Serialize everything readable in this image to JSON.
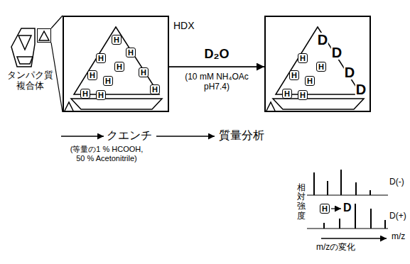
{
  "diagram": {
    "nodes": [
      {
        "text": [
          "タンパク質複合体"
        ]
      },
      {
        "text": [
          "HDX",
          "H",
          "H",
          "H",
          "H",
          "H",
          "H",
          "H",
          "H",
          "H",
          "H"
        ]
      },
      {
        "text": [
          "D",
          "D",
          "H",
          "H",
          "D",
          "H",
          "H",
          "D",
          "H",
          "H"
        ]
      }
    ],
    "edges": [
      {
        "from": 0,
        "to": 1,
        "arrow": "none"
      },
      {
        "from": 0,
        "to": 1,
        "arrow": "none"
      },
      {
        "from": 1,
        "to": 2,
        "arrow": "to",
        "label": "D₂O"
      }
    ],
    "labels": [
      "(10 mM NH₄OAc pH7.4)",
      "クエンチ",
      "(等量の1 % HCOOH, 50 % Acetonitrile)",
      "質量分析",
      "相対強度",
      "D(-)",
      "H",
      "D",
      "D(+)",
      "m/z",
      "m/zの変化"
    ]
  }
}
